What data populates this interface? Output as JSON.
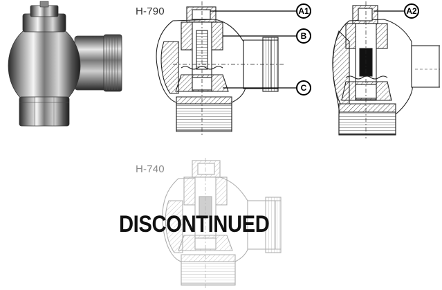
{
  "models": {
    "top": "H-790",
    "bottom": "H-740"
  },
  "callouts": {
    "a1": "A1",
    "a2": "A2",
    "b": "B",
    "c": "C"
  },
  "status": "DISCONTINUED",
  "colors": {
    "line": "#222222",
    "faded_line": "#b0b0b0",
    "chrome_dark": "#3a3a3a",
    "chrome_light": "#f2f2f2"
  }
}
